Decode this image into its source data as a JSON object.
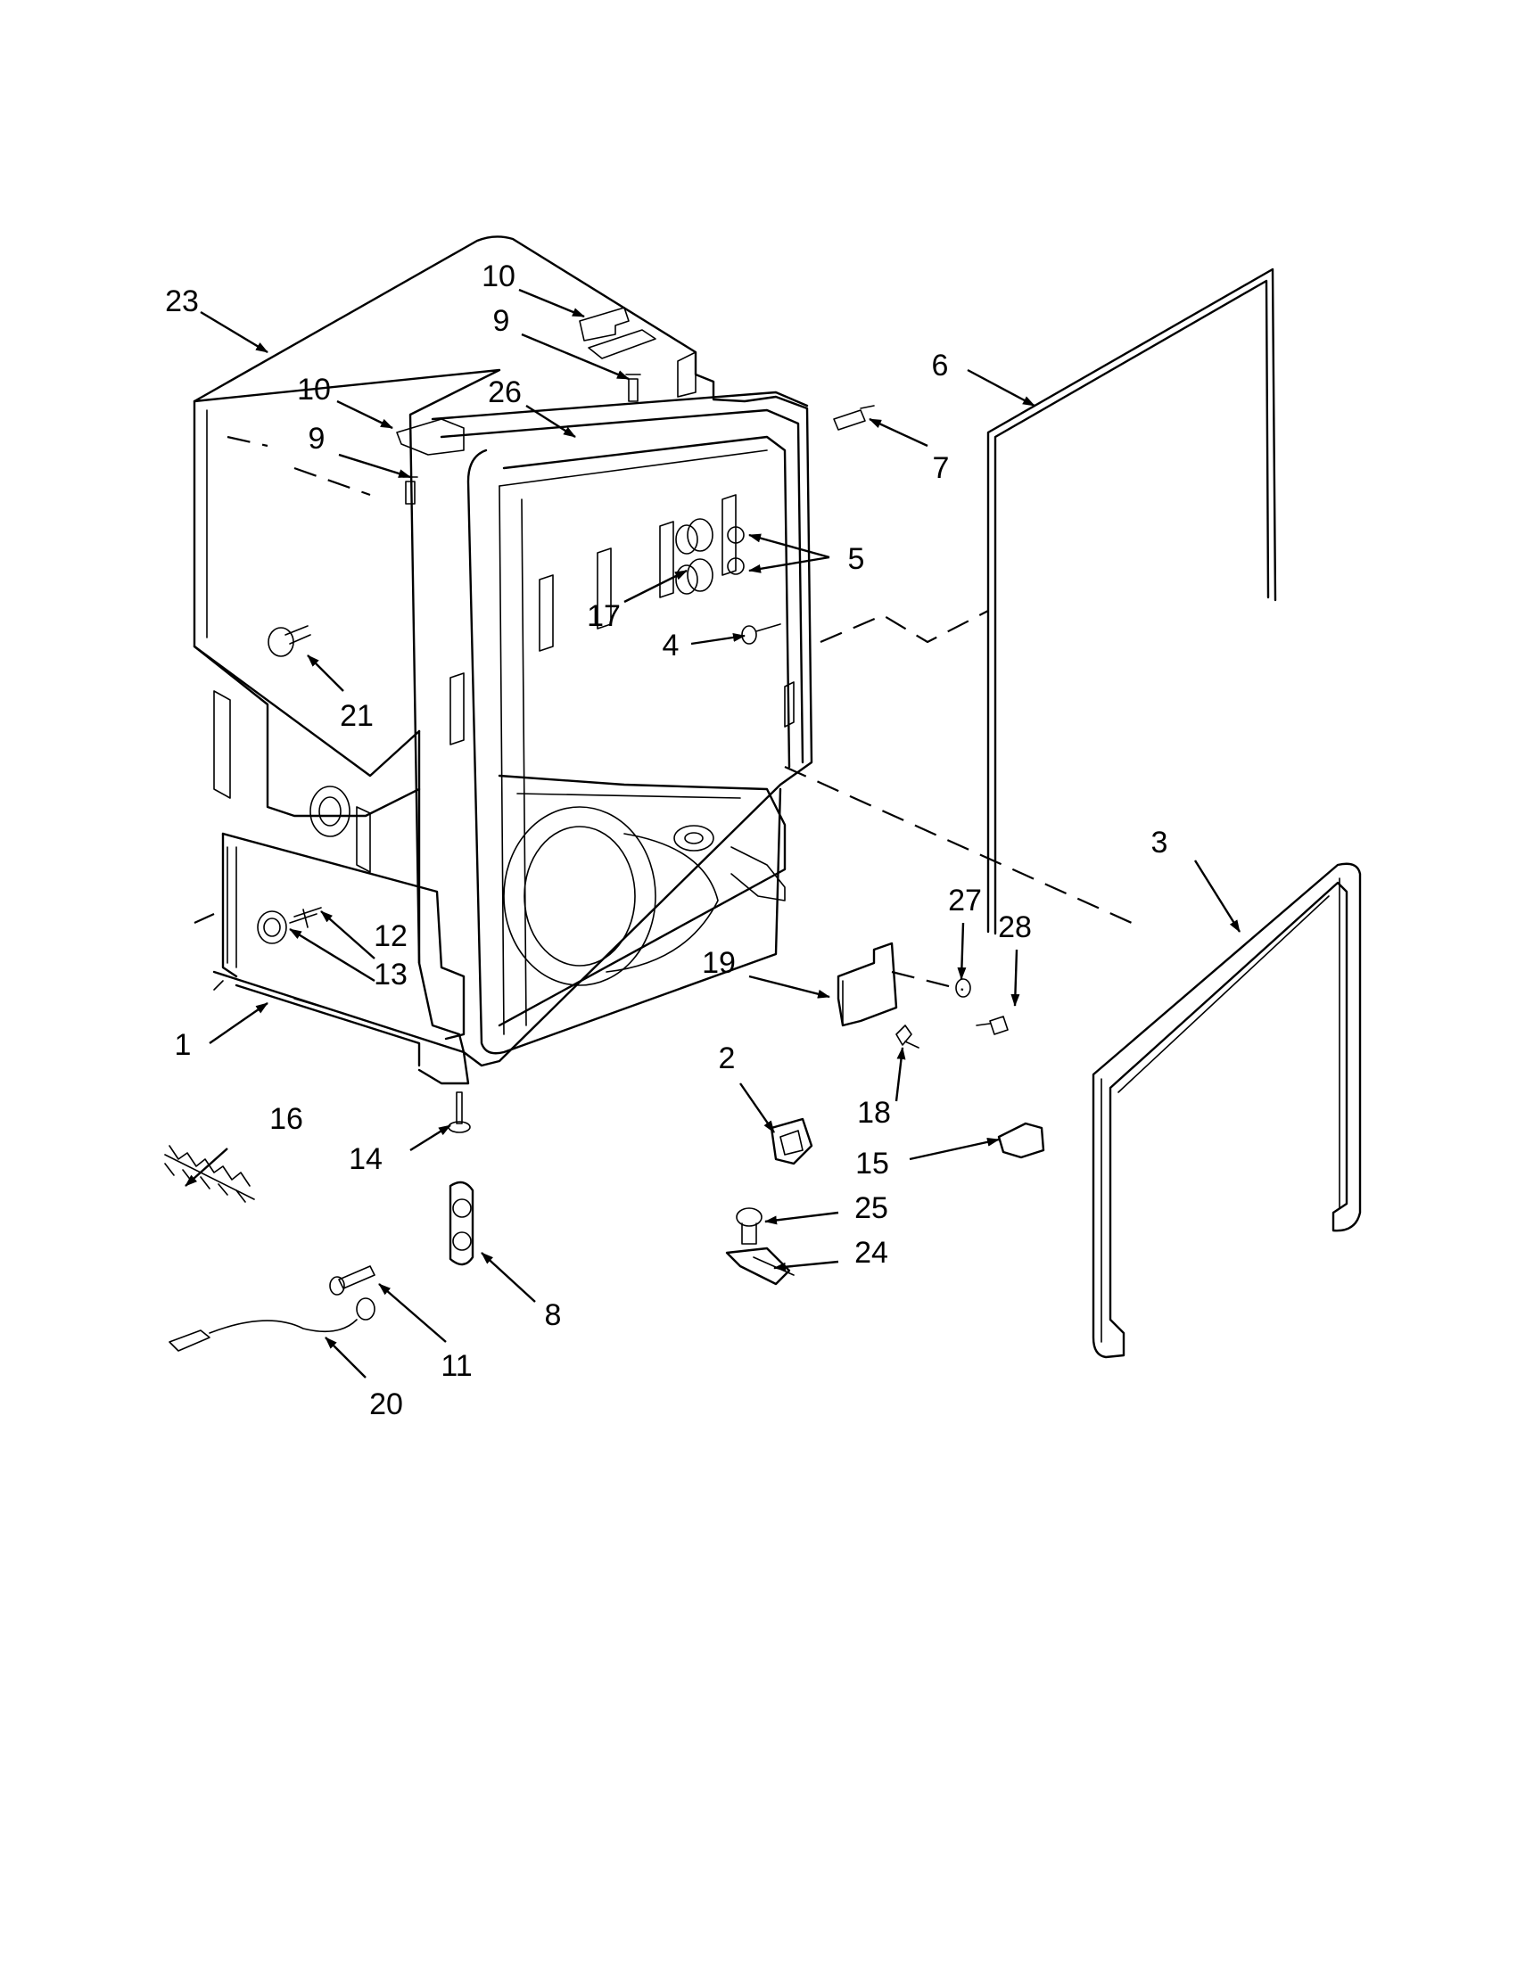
{
  "callouts": [
    {
      "id": "23",
      "label": "23"
    },
    {
      "id": "10a",
      "label": "10"
    },
    {
      "id": "9a",
      "label": "9"
    },
    {
      "id": "10b",
      "label": "10"
    },
    {
      "id": "9b",
      "label": "9"
    },
    {
      "id": "26",
      "label": "26"
    },
    {
      "id": "6",
      "label": "6"
    },
    {
      "id": "7",
      "label": "7"
    },
    {
      "id": "5",
      "label": "5"
    },
    {
      "id": "17",
      "label": "17"
    },
    {
      "id": "4",
      "label": "4"
    },
    {
      "id": "21",
      "label": "21"
    },
    {
      "id": "3",
      "label": "3"
    },
    {
      "id": "27",
      "label": "27"
    },
    {
      "id": "28",
      "label": "28"
    },
    {
      "id": "12",
      "label": "12"
    },
    {
      "id": "13",
      "label": "13"
    },
    {
      "id": "19",
      "label": "19"
    },
    {
      "id": "1",
      "label": "1"
    },
    {
      "id": "2",
      "label": "2"
    },
    {
      "id": "18",
      "label": "18"
    },
    {
      "id": "16",
      "label": "16"
    },
    {
      "id": "14",
      "label": "14"
    },
    {
      "id": "15",
      "label": "15"
    },
    {
      "id": "25",
      "label": "25"
    },
    {
      "id": "24",
      "label": "24"
    },
    {
      "id": "8",
      "label": "8"
    },
    {
      "id": "11",
      "label": "11"
    },
    {
      "id": "20",
      "label": "20"
    }
  ]
}
